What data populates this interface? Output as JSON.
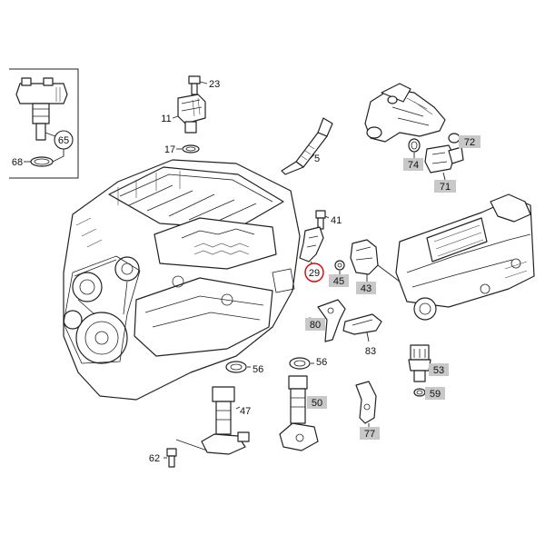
{
  "labels": {
    "l23": "23",
    "l11": "11",
    "l17": "17",
    "l5": "5",
    "l65": "65",
    "l68": "68",
    "l72": "72",
    "l74": "74",
    "l71": "71",
    "l41": "41",
    "l29": "29",
    "l45": "45",
    "l43": "43",
    "l80": "80",
    "l83": "83",
    "l53": "53",
    "l59": "59",
    "l56a": "56",
    "l56b": "56",
    "l47": "47",
    "l50": "50",
    "l77": "77",
    "l62": "62"
  },
  "colors": {
    "highlight": "#e00000",
    "label_box": "#c8c8c8",
    "line": "#222222"
  }
}
